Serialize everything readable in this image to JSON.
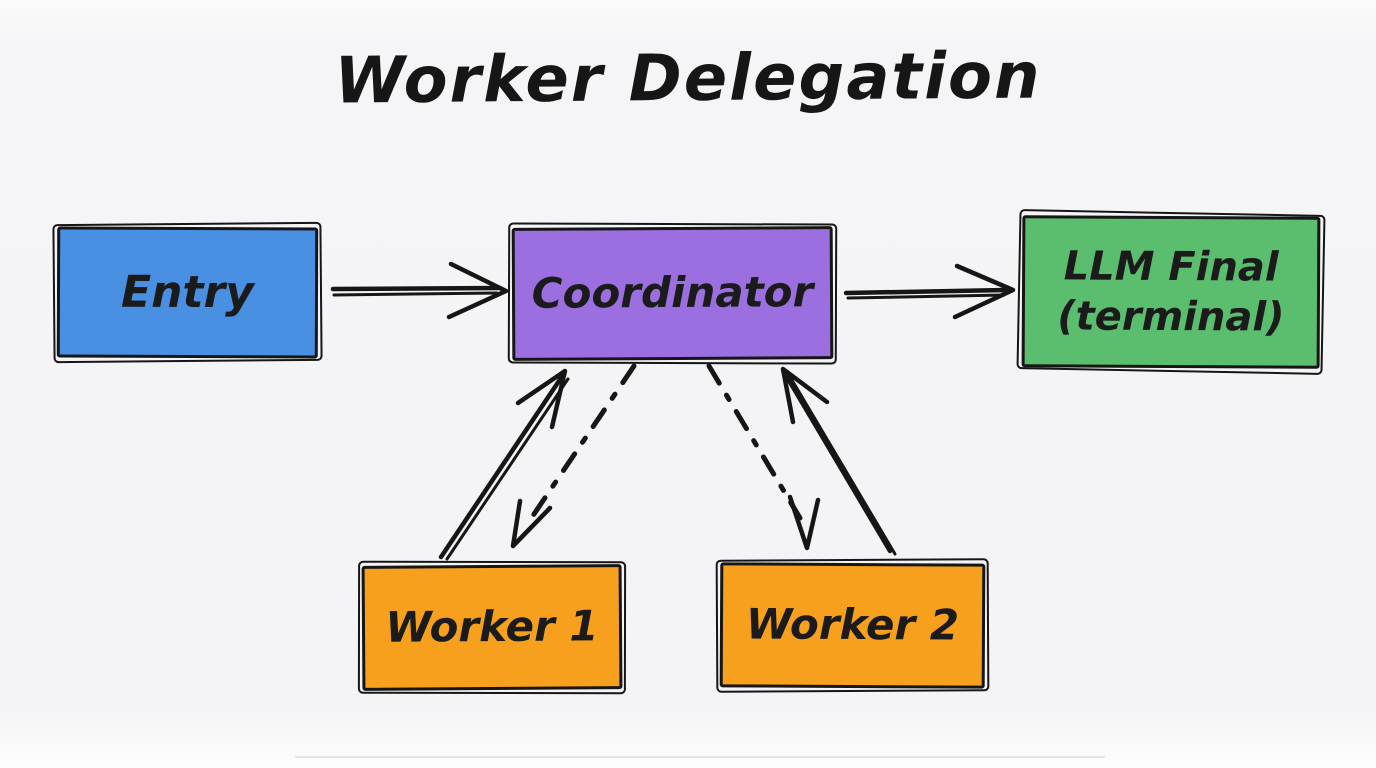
{
  "title": "Worker Delegation",
  "colors": {
    "entry_blue": "#4A90E2",
    "coordinator_purple": "#9B6FE0",
    "final_green": "#5BBE6E",
    "worker_orange": "#F6A01E",
    "ink": "#161616",
    "background": "#F5F5F7"
  },
  "nodes": [
    {
      "id": "entry",
      "label": "Entry",
      "color": "#4A90E2"
    },
    {
      "id": "coordinator",
      "label": "Coordinator",
      "color": "#9B6FE0"
    },
    {
      "id": "llm_final",
      "label": "LLM Final",
      "label_line2": "(terminal)",
      "color": "#5BBE6E"
    },
    {
      "id": "worker1",
      "label": "Worker 1",
      "color": "#F6A01E"
    },
    {
      "id": "worker2",
      "label": "Worker 2",
      "color": "#F6A01E"
    }
  ],
  "edges": [
    {
      "from": "entry",
      "to": "coordinator",
      "style": "solid"
    },
    {
      "from": "coordinator",
      "to": "llm_final",
      "style": "solid"
    },
    {
      "from": "worker1",
      "to": "coordinator",
      "style": "solid"
    },
    {
      "from": "coordinator",
      "to": "worker1",
      "style": "dash-dot"
    },
    {
      "from": "coordinator",
      "to": "worker2",
      "style": "dash-dot"
    },
    {
      "from": "worker2",
      "to": "coordinator",
      "style": "solid"
    }
  ]
}
